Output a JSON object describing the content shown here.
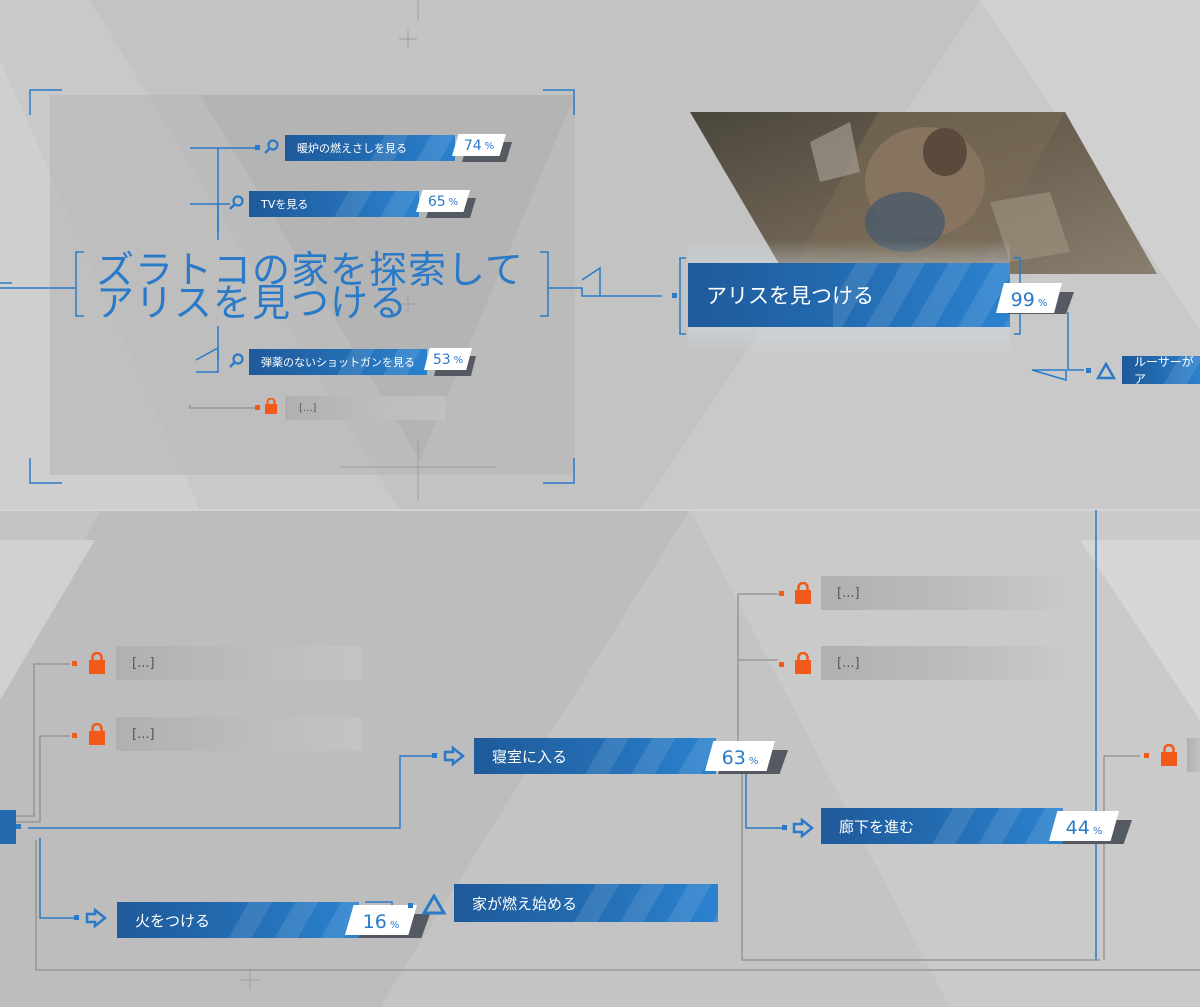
{
  "chapter_title_line1": "ズラトコの家を探索して",
  "chapter_title_line2": "アリスを見つける",
  "top_choices": [
    {
      "label": "暖炉の燃えさしを見る",
      "percent": "74",
      "icon": "search-icon"
    },
    {
      "label": "TVを見る",
      "percent": "65",
      "icon": "search-icon"
    },
    {
      "label": "弾薬のないショットガンを見る",
      "percent": "53",
      "icon": "search-icon"
    },
    {
      "label": "[...]",
      "icon": "lock-icon"
    }
  ],
  "main_node": {
    "label": "アリスを見つける",
    "percent": "99"
  },
  "side_node": {
    "label": "ルーサーがア",
    "icon": "triangle-icon"
  },
  "lower_nodes": {
    "locked_left_1": "[...]",
    "locked_left_2": "[...]",
    "bedroom": {
      "label": "寝室に入る",
      "percent": "63"
    },
    "locked_right_1": "[...]",
    "locked_right_2": "[...]",
    "hallway": {
      "label": "廊下を進む",
      "percent": "44"
    },
    "fire": {
      "label": "火をつける",
      "percent": "16"
    },
    "house_burns": {
      "label": "家が燃え始める"
    }
  },
  "percent_symbol": "%",
  "colors": {
    "accent": "#2a7ac8",
    "bar_dark": "#1f5a9a",
    "lock": "#f25a1a",
    "background": "#c6c6c6"
  }
}
